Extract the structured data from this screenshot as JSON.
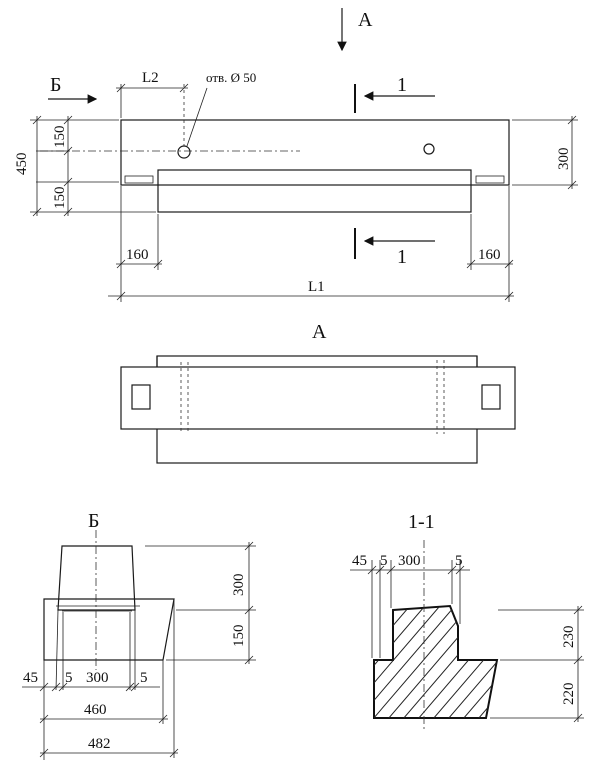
{
  "labels": {
    "view_a": "А",
    "view_b": "Б",
    "section": "1",
    "view_a_title": "А",
    "view_b_title": "Б",
    "section_title": "1-1",
    "hole": "отв. Ø 50"
  },
  "dims_top": {
    "l2": "L2",
    "l1": "L1",
    "h450": "450",
    "h150a": "150",
    "h150b": "150",
    "h300": "300",
    "w160a": "160",
    "w160b": "160"
  },
  "dims_b": {
    "h300": "300",
    "h150": "150",
    "w45": "45",
    "w5a": "5",
    "w300": "300",
    "w5b": "5",
    "w460": "460",
    "w482": "482"
  },
  "dims_section": {
    "w45": "45",
    "w5a": "5",
    "w300": "300",
    "w5b": "5",
    "h230": "230",
    "h220": "220"
  }
}
